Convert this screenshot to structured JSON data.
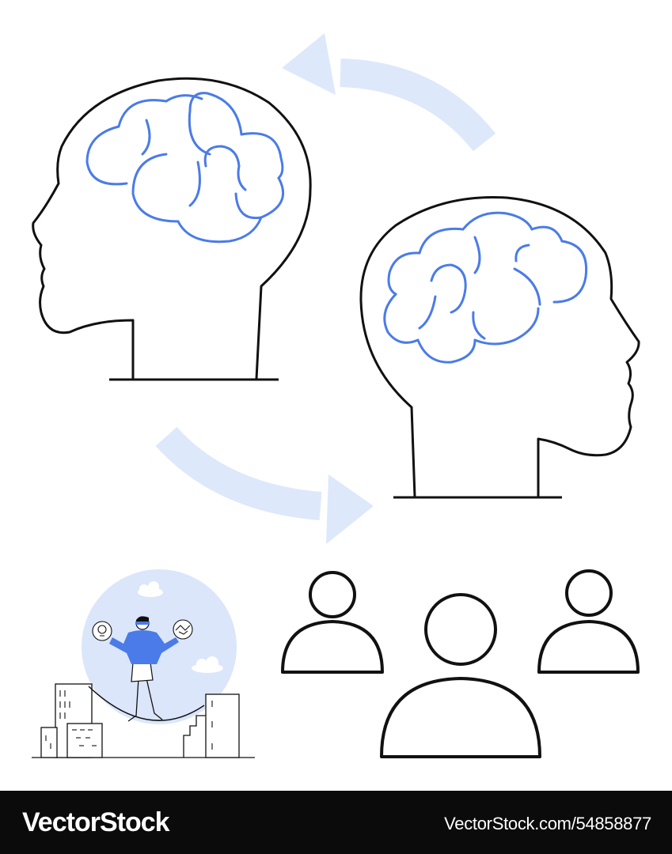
{
  "colors": {
    "accent": "#4a7be8",
    "arrow": "#dde8fb",
    "circle_bg": "#dbe6fb",
    "line": "#111111",
    "footer_bg": "#0b0b0b",
    "footer_text": "#ffffff"
  },
  "icons": [
    "left-head-brain-icon",
    "right-head-brain-icon",
    "cycle-arrow-top-icon",
    "cycle-arrow-bottom-icon",
    "group-of-people-icon",
    "tightrope-walker-scene"
  ],
  "footer": {
    "brand": "VectorStock",
    "image_id": "VectorStock.com/54858877"
  }
}
